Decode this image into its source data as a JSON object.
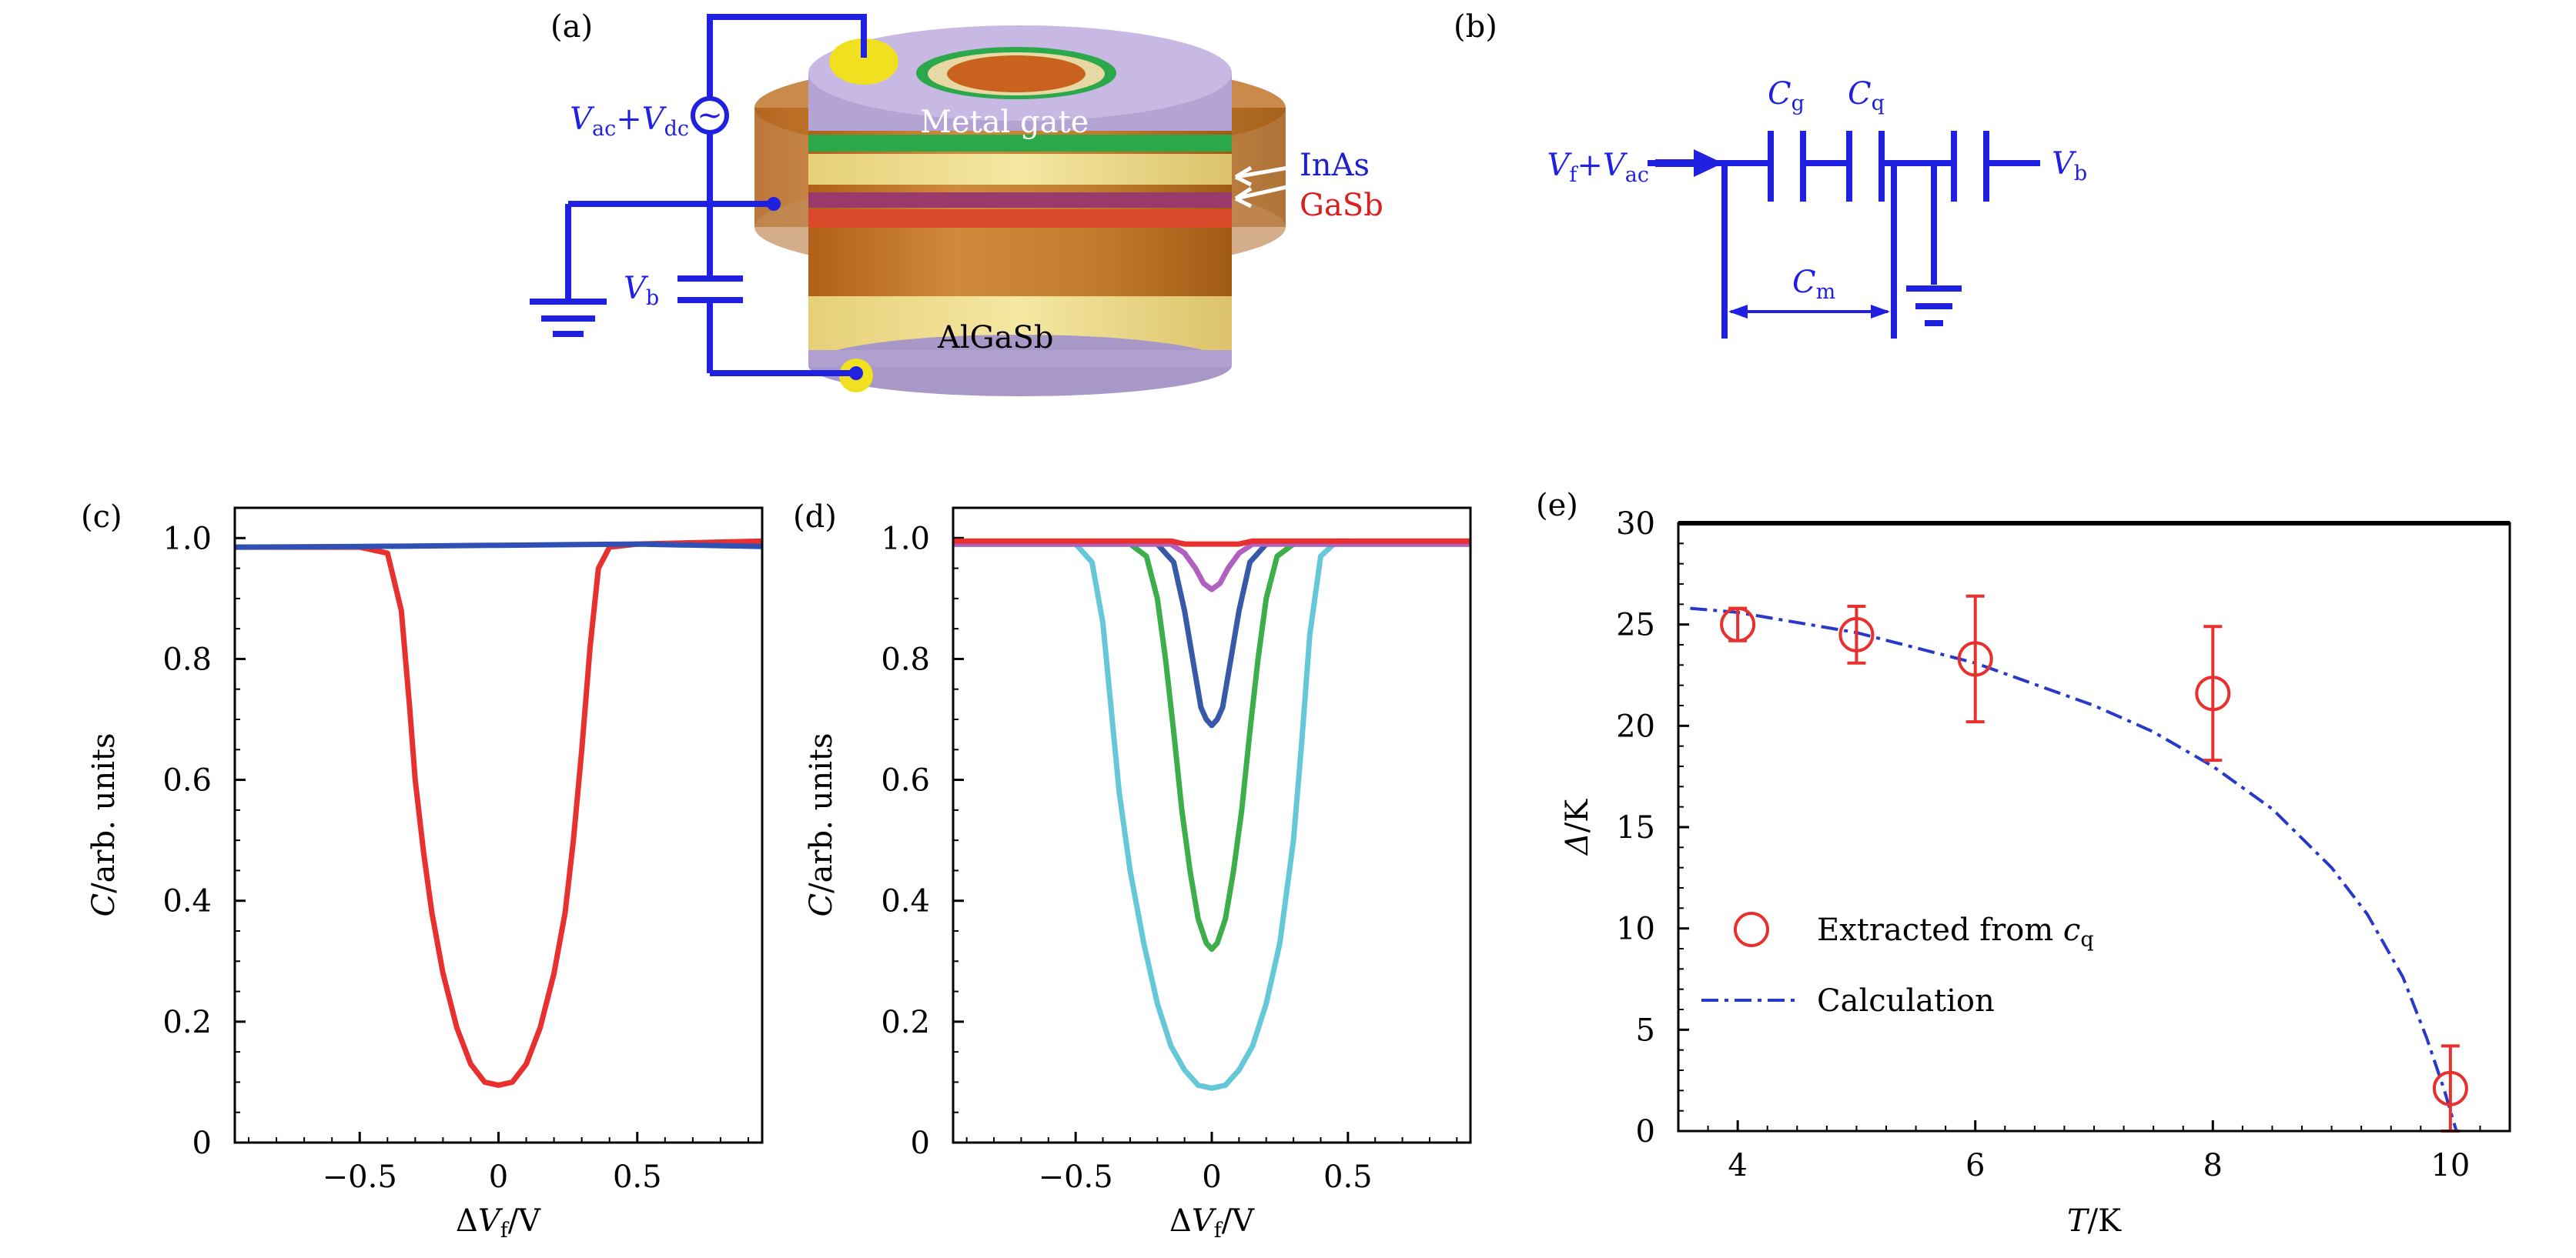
{
  "panel_labels": {
    "a": "(a)",
    "b": "(b)",
    "c": "(c)",
    "d": "(d)",
    "e": "(e)"
  },
  "device": {
    "source_v1": "V",
    "source_sub1": "ac",
    "source_plus": "+",
    "source_v2": "V",
    "source_sub2": "dc",
    "source_symbol": "~",
    "bias_v": "V",
    "bias_sub": "b",
    "gate_label": "Metal gate",
    "layer_inas": "InAs",
    "layer_gasb": "GaSb",
    "layer_algasb": "AlGaSb"
  },
  "circuit": {
    "in_v1": "V",
    "in_sub1": "f",
    "in_plus": "+",
    "in_v2": "V",
    "in_sub2": "ac",
    "cg": "C",
    "cg_sub": "g",
    "cq": "C",
    "cq_sub": "q",
    "out_v": "V",
    "out_sub": "b",
    "cm": "C",
    "cm_sub": "m"
  },
  "chart_data": [
    {
      "id": "c",
      "type": "line",
      "xlabel_delta": "Δ",
      "xlabel_v": "V",
      "xlabel_sub": "f",
      "xlabel_unit": "/V",
      "ylabel_c": "C",
      "ylabel_rest": "/arb. units",
      "xlim": [
        -0.95,
        0.95
      ],
      "ylim": [
        0,
        1.05
      ],
      "xticks": [
        -0.5,
        0,
        0.5
      ],
      "xtick_labels": [
        "−0.5",
        "0",
        "0.5"
      ],
      "yticks": [
        0,
        0.2,
        0.4,
        0.6,
        0.8,
        1.0
      ],
      "ytick_labels": [
        "0",
        "0.2",
        "0.4",
        "0.6",
        "0.8",
        "1.0"
      ],
      "series": [
        {
          "color": "#e8302e",
          "x": [
            -0.95,
            -0.5,
            -0.4,
            -0.35,
            -0.32,
            -0.3,
            -0.27,
            -0.24,
            -0.2,
            -0.15,
            -0.1,
            -0.05,
            0,
            0.05,
            0.1,
            0.15,
            0.2,
            0.24,
            0.27,
            0.3,
            0.33,
            0.36,
            0.4,
            0.5,
            0.95
          ],
          "y": [
            0.985,
            0.985,
            0.975,
            0.88,
            0.72,
            0.6,
            0.48,
            0.38,
            0.28,
            0.19,
            0.13,
            0.1,
            0.095,
            0.1,
            0.13,
            0.19,
            0.28,
            0.38,
            0.5,
            0.65,
            0.82,
            0.95,
            0.985,
            0.99,
            0.995
          ]
        },
        {
          "color": "#3050b4",
          "x": [
            -0.95,
            -0.5,
            0,
            0.5,
            0.95
          ],
          "y": [
            0.985,
            0.986,
            0.988,
            0.99,
            0.986
          ]
        }
      ]
    },
    {
      "id": "d",
      "type": "line",
      "xlabel_delta": "Δ",
      "xlabel_v": "V",
      "xlabel_sub": "f",
      "xlabel_unit": "/V",
      "ylabel_c": "C",
      "ylabel_rest": "/arb. units",
      "xlim": [
        -0.95,
        0.95
      ],
      "ylim": [
        0,
        1.05
      ],
      "xticks": [
        -0.5,
        0,
        0.5
      ],
      "xtick_labels": [
        "−0.5",
        "0",
        "0.5"
      ],
      "yticks": [
        0,
        0.2,
        0.4,
        0.6,
        0.8,
        1.0
      ],
      "ytick_labels": [
        "0",
        "0.2",
        "0.4",
        "0.6",
        "0.8",
        "1.0"
      ],
      "series": [
        {
          "color": "#64c8d8",
          "x": [
            -0.95,
            -0.5,
            -0.44,
            -0.4,
            -0.37,
            -0.34,
            -0.3,
            -0.25,
            -0.2,
            -0.15,
            -0.1,
            -0.05,
            0,
            0.05,
            0.1,
            0.15,
            0.2,
            0.25,
            0.3,
            0.33,
            0.36,
            0.4,
            0.46,
            0.5,
            0.95
          ],
          "y": [
            0.99,
            0.99,
            0.96,
            0.86,
            0.72,
            0.58,
            0.45,
            0.33,
            0.23,
            0.16,
            0.12,
            0.095,
            0.09,
            0.095,
            0.12,
            0.16,
            0.23,
            0.33,
            0.5,
            0.66,
            0.84,
            0.97,
            0.995,
            0.995,
            0.99
          ]
        },
        {
          "color": "#3cae4a",
          "x": [
            -0.95,
            -0.3,
            -0.24,
            -0.2,
            -0.17,
            -0.14,
            -0.11,
            -0.08,
            -0.05,
            -0.02,
            0,
            0.02,
            0.05,
            0.08,
            0.11,
            0.14,
            0.17,
            0.2,
            0.24,
            0.3,
            0.95
          ],
          "y": [
            0.99,
            0.99,
            0.97,
            0.9,
            0.8,
            0.68,
            0.55,
            0.45,
            0.37,
            0.33,
            0.32,
            0.33,
            0.37,
            0.45,
            0.55,
            0.68,
            0.8,
            0.9,
            0.97,
            0.99,
            0.99
          ]
        },
        {
          "color": "#3858a8",
          "x": [
            -0.95,
            -0.2,
            -0.14,
            -0.1,
            -0.07,
            -0.04,
            -0.02,
            0,
            0.02,
            0.04,
            0.07,
            0.1,
            0.14,
            0.2,
            0.95
          ],
          "y": [
            0.99,
            0.99,
            0.96,
            0.88,
            0.8,
            0.72,
            0.7,
            0.69,
            0.7,
            0.72,
            0.8,
            0.88,
            0.96,
            0.99,
            0.99
          ]
        },
        {
          "color": "#b060c0",
          "x": [
            -0.95,
            -0.15,
            -0.1,
            -0.06,
            -0.03,
            0,
            0.03,
            0.06,
            0.1,
            0.15,
            0.95
          ],
          "y": [
            0.99,
            0.99,
            0.975,
            0.95,
            0.925,
            0.915,
            0.925,
            0.95,
            0.975,
            0.99,
            0.99
          ]
        },
        {
          "color": "#e8302e",
          "x": [
            -0.95,
            -0.15,
            -0.1,
            0,
            0.1,
            0.15,
            0.95
          ],
          "y": [
            0.995,
            0.995,
            0.99,
            0.99,
            0.99,
            0.995,
            0.995
          ]
        }
      ]
    },
    {
      "id": "e",
      "type": "scatter",
      "xlabel_t": "T",
      "xlabel_unit": "/K",
      "ylabel_d": "Δ",
      "ylabel_unit": "/K",
      "xlim": [
        3.5,
        10.5
      ],
      "ylim": [
        0,
        30
      ],
      "xticks": [
        4,
        6,
        8,
        10
      ],
      "xtick_labels": [
        "4",
        "6",
        "8",
        "10"
      ],
      "yticks": [
        0,
        5,
        10,
        15,
        20,
        25,
        30
      ],
      "ytick_labels": [
        "0",
        "5",
        "10",
        "15",
        "20",
        "25",
        "30"
      ],
      "points": {
        "x": [
          4,
          5,
          6,
          8,
          10
        ],
        "y": [
          25,
          24.5,
          23.3,
          21.6,
          2.1
        ],
        "err": [
          0.8,
          1.4,
          3.1,
          3.3,
          2.1
        ],
        "color": "#e8302e"
      },
      "curve": {
        "x": [
          3.6,
          4,
          5,
          6,
          7,
          7.5,
          8,
          8.5,
          9,
          9.3,
          9.6,
          9.8,
          9.95,
          10.05
        ],
        "y": [
          25.8,
          25.6,
          24.6,
          23.1,
          21.0,
          19.7,
          18.0,
          15.9,
          13.0,
          10.7,
          7.6,
          4.6,
          2.0,
          0
        ],
        "color": "#2838c8"
      },
      "legend": {
        "marker_label": "Extracted from ",
        "marker_var": "c",
        "marker_sub": "q",
        "line_label": "Calculation"
      }
    }
  ]
}
